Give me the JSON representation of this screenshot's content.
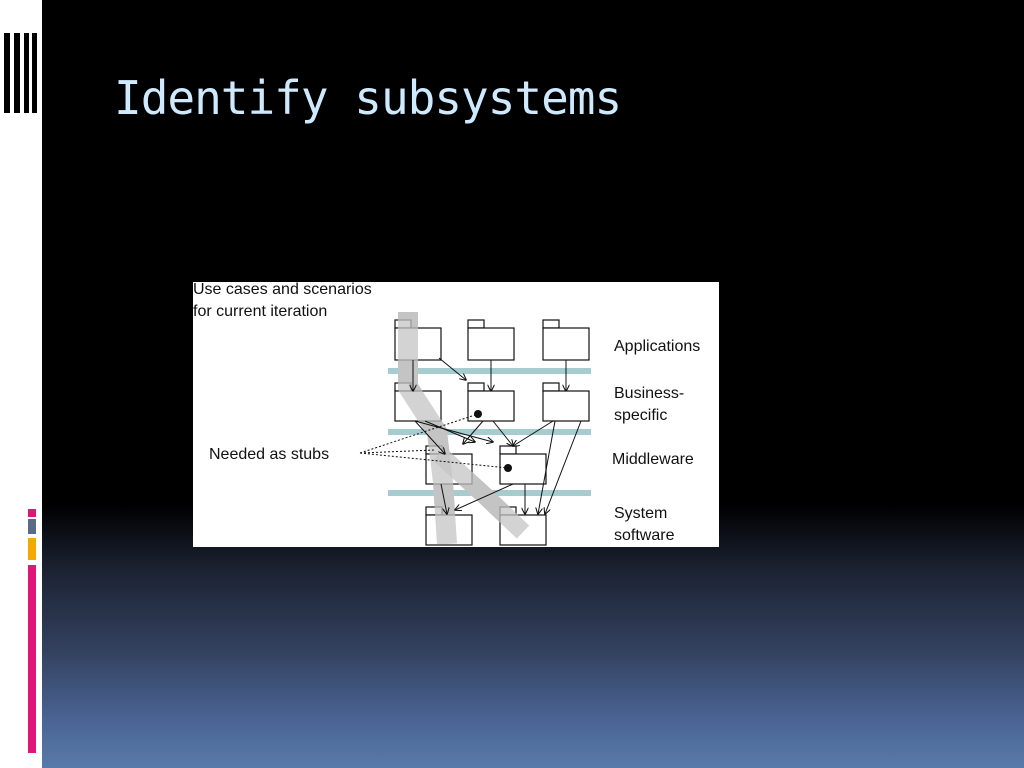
{
  "slide": {
    "title": "Identify subsystems"
  },
  "diagram": {
    "caption_line1": "Use cases and scenarios",
    "caption_line2": "for current iteration",
    "stubs_label": "Needed as stubs",
    "layers": {
      "applications": "Applications",
      "business_line1": "Business-",
      "business_line2": "specific",
      "middleware": "Middleware",
      "system_line1": "System",
      "system_line2": "software"
    }
  },
  "colors": {
    "title": "#cfeaff",
    "layer_band": "#a6ccd0",
    "scenario_path": "#c4c4c4",
    "accent_magenta": "#e0157a",
    "accent_orange": "#f5a800",
    "accent_slate": "#5a6a88"
  }
}
